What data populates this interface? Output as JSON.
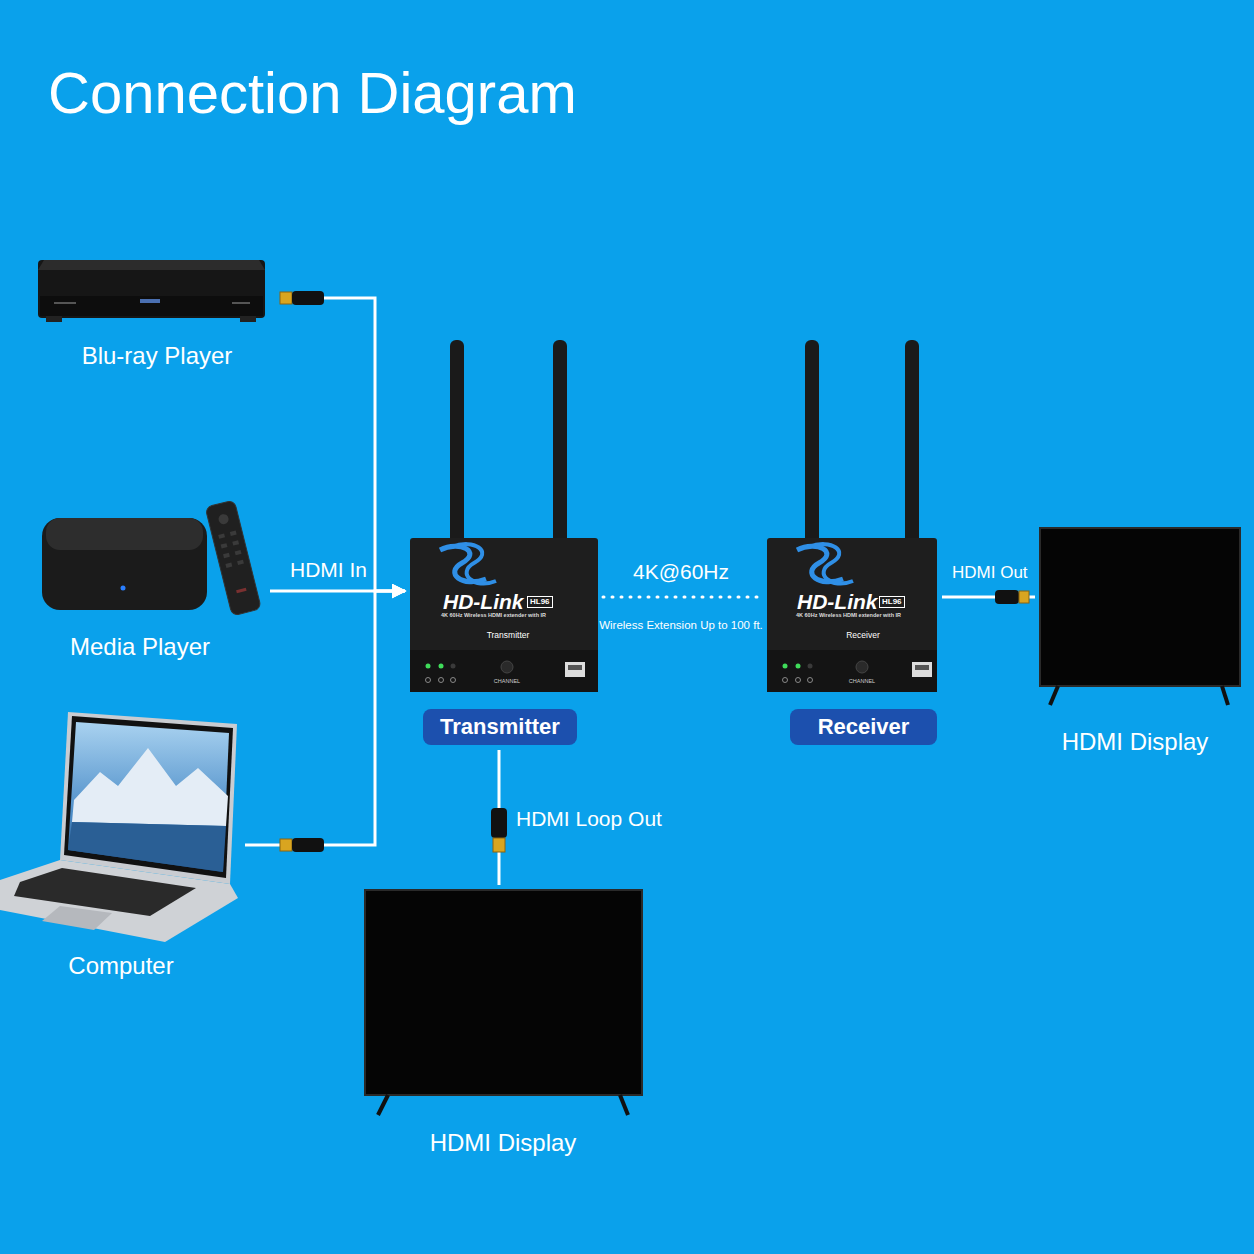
{
  "diagram": {
    "title": "Connection Diagram",
    "nodes": [
      {
        "text": [
          "Blu-ray Player"
        ]
      },
      {
        "text": [
          "Media Player"
        ]
      },
      {
        "text": [
          "Computer"
        ]
      },
      {
        "text": [
          "HD-Link",
          "HL96",
          "4K 60Hz Wireless HDMI extender with IR",
          "Transmitter",
          "CHANNEL",
          "Transmitter"
        ]
      },
      {
        "text": [
          "HD-Link",
          "HL96",
          "4K 60Hz Wireless HDMI extender with IR",
          "Receiver",
          "CHANNEL",
          "Receiver"
        ]
      },
      {
        "text": [
          "HDMI Display"
        ]
      },
      {
        "text": [
          "HDMI Display"
        ]
      }
    ],
    "edges": [
      {
        "from": 0,
        "to": 3,
        "arrow": "to"
      },
      {
        "from": 1,
        "to": 3,
        "label": "HDMI In",
        "arrow": "to"
      },
      {
        "from": 2,
        "to": 3,
        "arrow": "to"
      },
      {
        "from": 3,
        "to": 4,
        "label": "4K@60Hz",
        "arrow": "none"
      },
      {
        "from": 4,
        "to": 5,
        "label": "HDMI Out",
        "arrow": "none"
      },
      {
        "from": 3,
        "to": 6,
        "label": "HDMI Loop Out",
        "arrow": "none"
      }
    ],
    "labels": [
      "Wireless Extension Up to 100 ft."
    ]
  }
}
